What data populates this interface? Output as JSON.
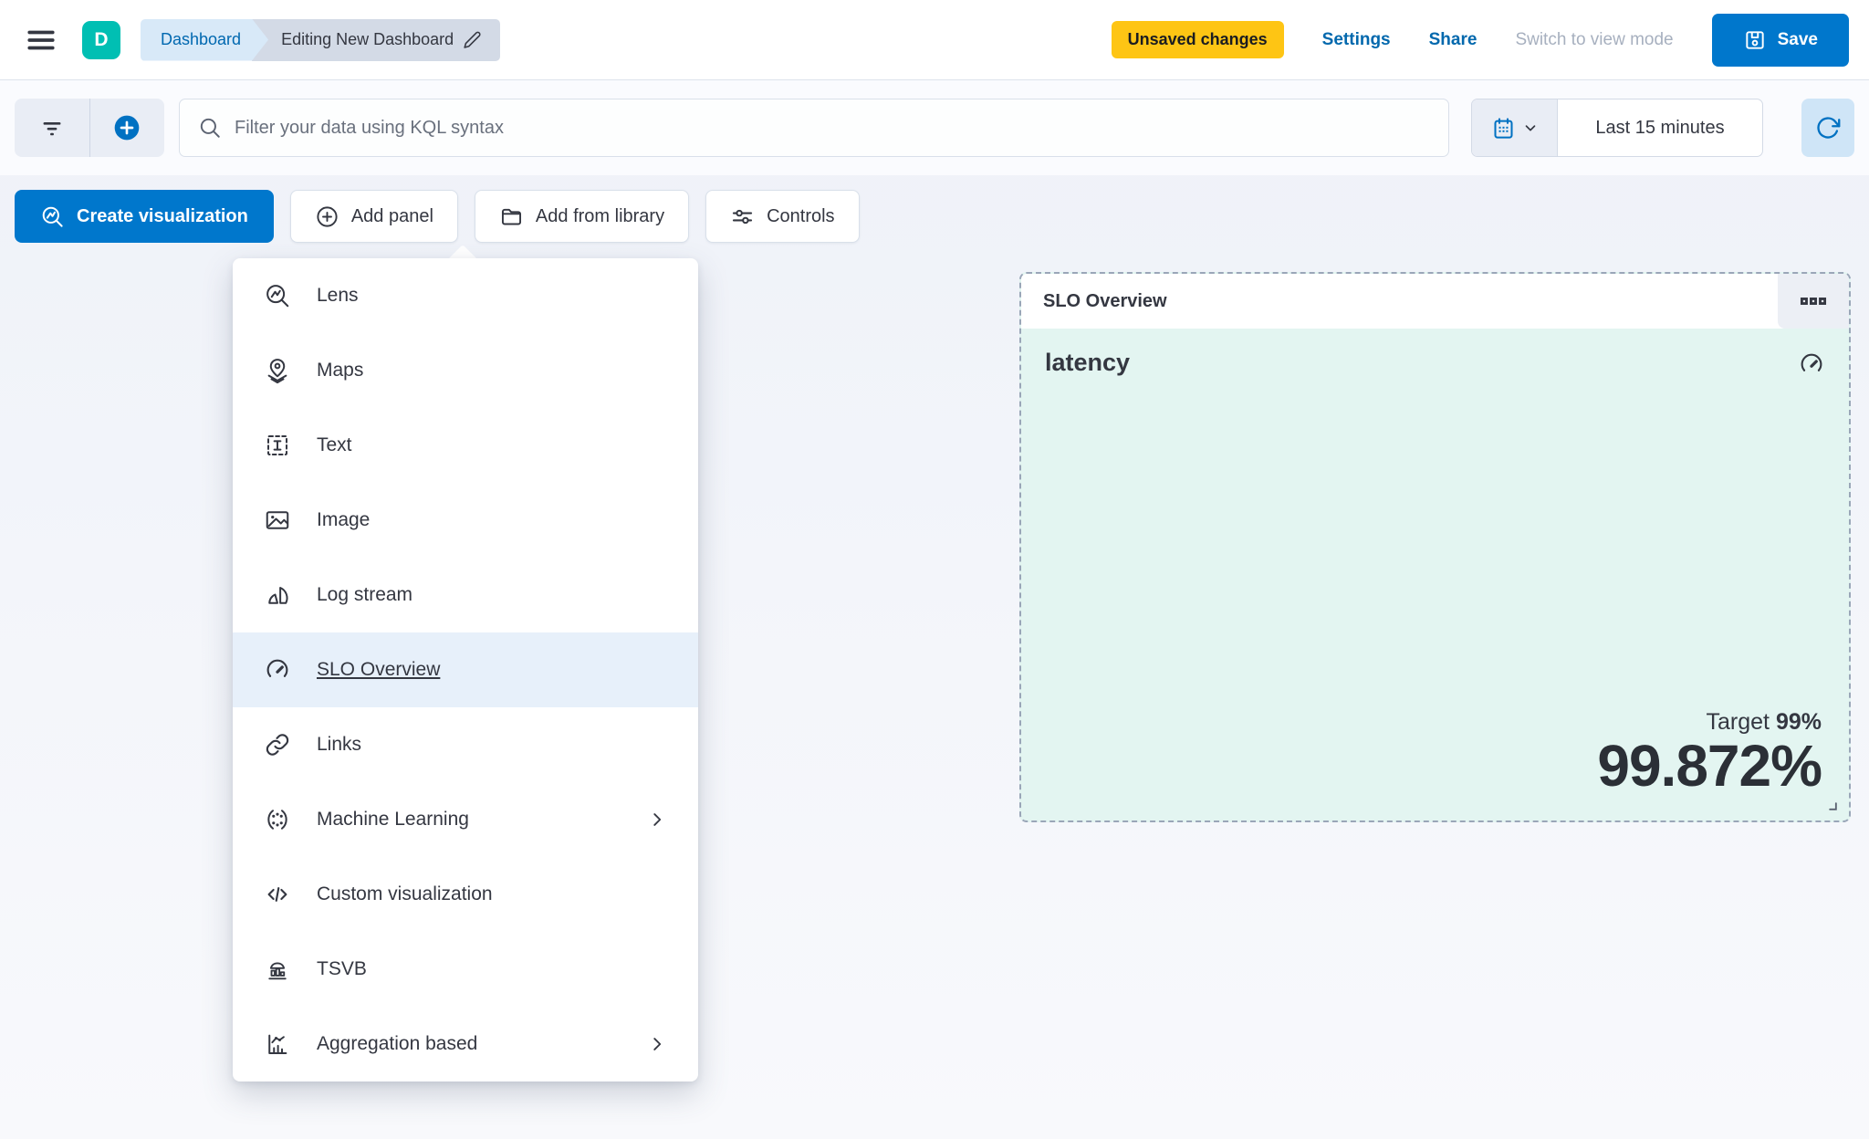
{
  "header": {
    "logo_letter": "D",
    "breadcrumb_section": "Dashboard",
    "breadcrumb_page": "Editing New Dashboard",
    "unsaved_badge": "Unsaved changes",
    "settings": "Settings",
    "share": "Share",
    "view_mode": "Switch to view mode",
    "save": "Save"
  },
  "filter_bar": {
    "search_placeholder": "Filter your data using KQL syntax",
    "time_range": "Last 15 minutes"
  },
  "toolbar": {
    "create_visualization": "Create visualization",
    "add_panel": "Add panel",
    "add_from_library": "Add from library",
    "controls": "Controls"
  },
  "add_panel_menu": {
    "items": [
      {
        "label": "Lens",
        "icon": "lens-icon",
        "highlighted": false,
        "has_submenu": false
      },
      {
        "label": "Maps",
        "icon": "maps-icon",
        "highlighted": false,
        "has_submenu": false
      },
      {
        "label": "Text",
        "icon": "text-icon",
        "highlighted": false,
        "has_submenu": false
      },
      {
        "label": "Image",
        "icon": "image-icon",
        "highlighted": false,
        "has_submenu": false
      },
      {
        "label": "Log stream",
        "icon": "log-stream-icon",
        "highlighted": false,
        "has_submenu": false
      },
      {
        "label": "SLO Overview",
        "icon": "gauge-icon",
        "highlighted": true,
        "has_submenu": false
      },
      {
        "label": "Links",
        "icon": "link-icon",
        "highlighted": false,
        "has_submenu": false
      },
      {
        "label": "Machine Learning",
        "icon": "machine-learning-icon",
        "highlighted": false,
        "has_submenu": true
      },
      {
        "label": "Custom visualization",
        "icon": "code-icon",
        "highlighted": false,
        "has_submenu": false
      },
      {
        "label": "TSVB",
        "icon": "tsvb-icon",
        "highlighted": false,
        "has_submenu": false
      },
      {
        "label": "Aggregation based",
        "icon": "aggregation-icon",
        "highlighted": false,
        "has_submenu": true
      }
    ]
  },
  "slo_panel": {
    "title": "SLO Overview",
    "metric_name": "latency",
    "target_label": "Target",
    "target_value": "99%",
    "value": "99.872%"
  },
  "colors": {
    "accent_blue": "#0077cc",
    "link_blue": "#0268ad",
    "badge_yellow": "#fec514",
    "logo_teal": "#00bfb3",
    "panel_mint": "#e3f5f1",
    "menu_highlight": "#e7f0fa"
  }
}
